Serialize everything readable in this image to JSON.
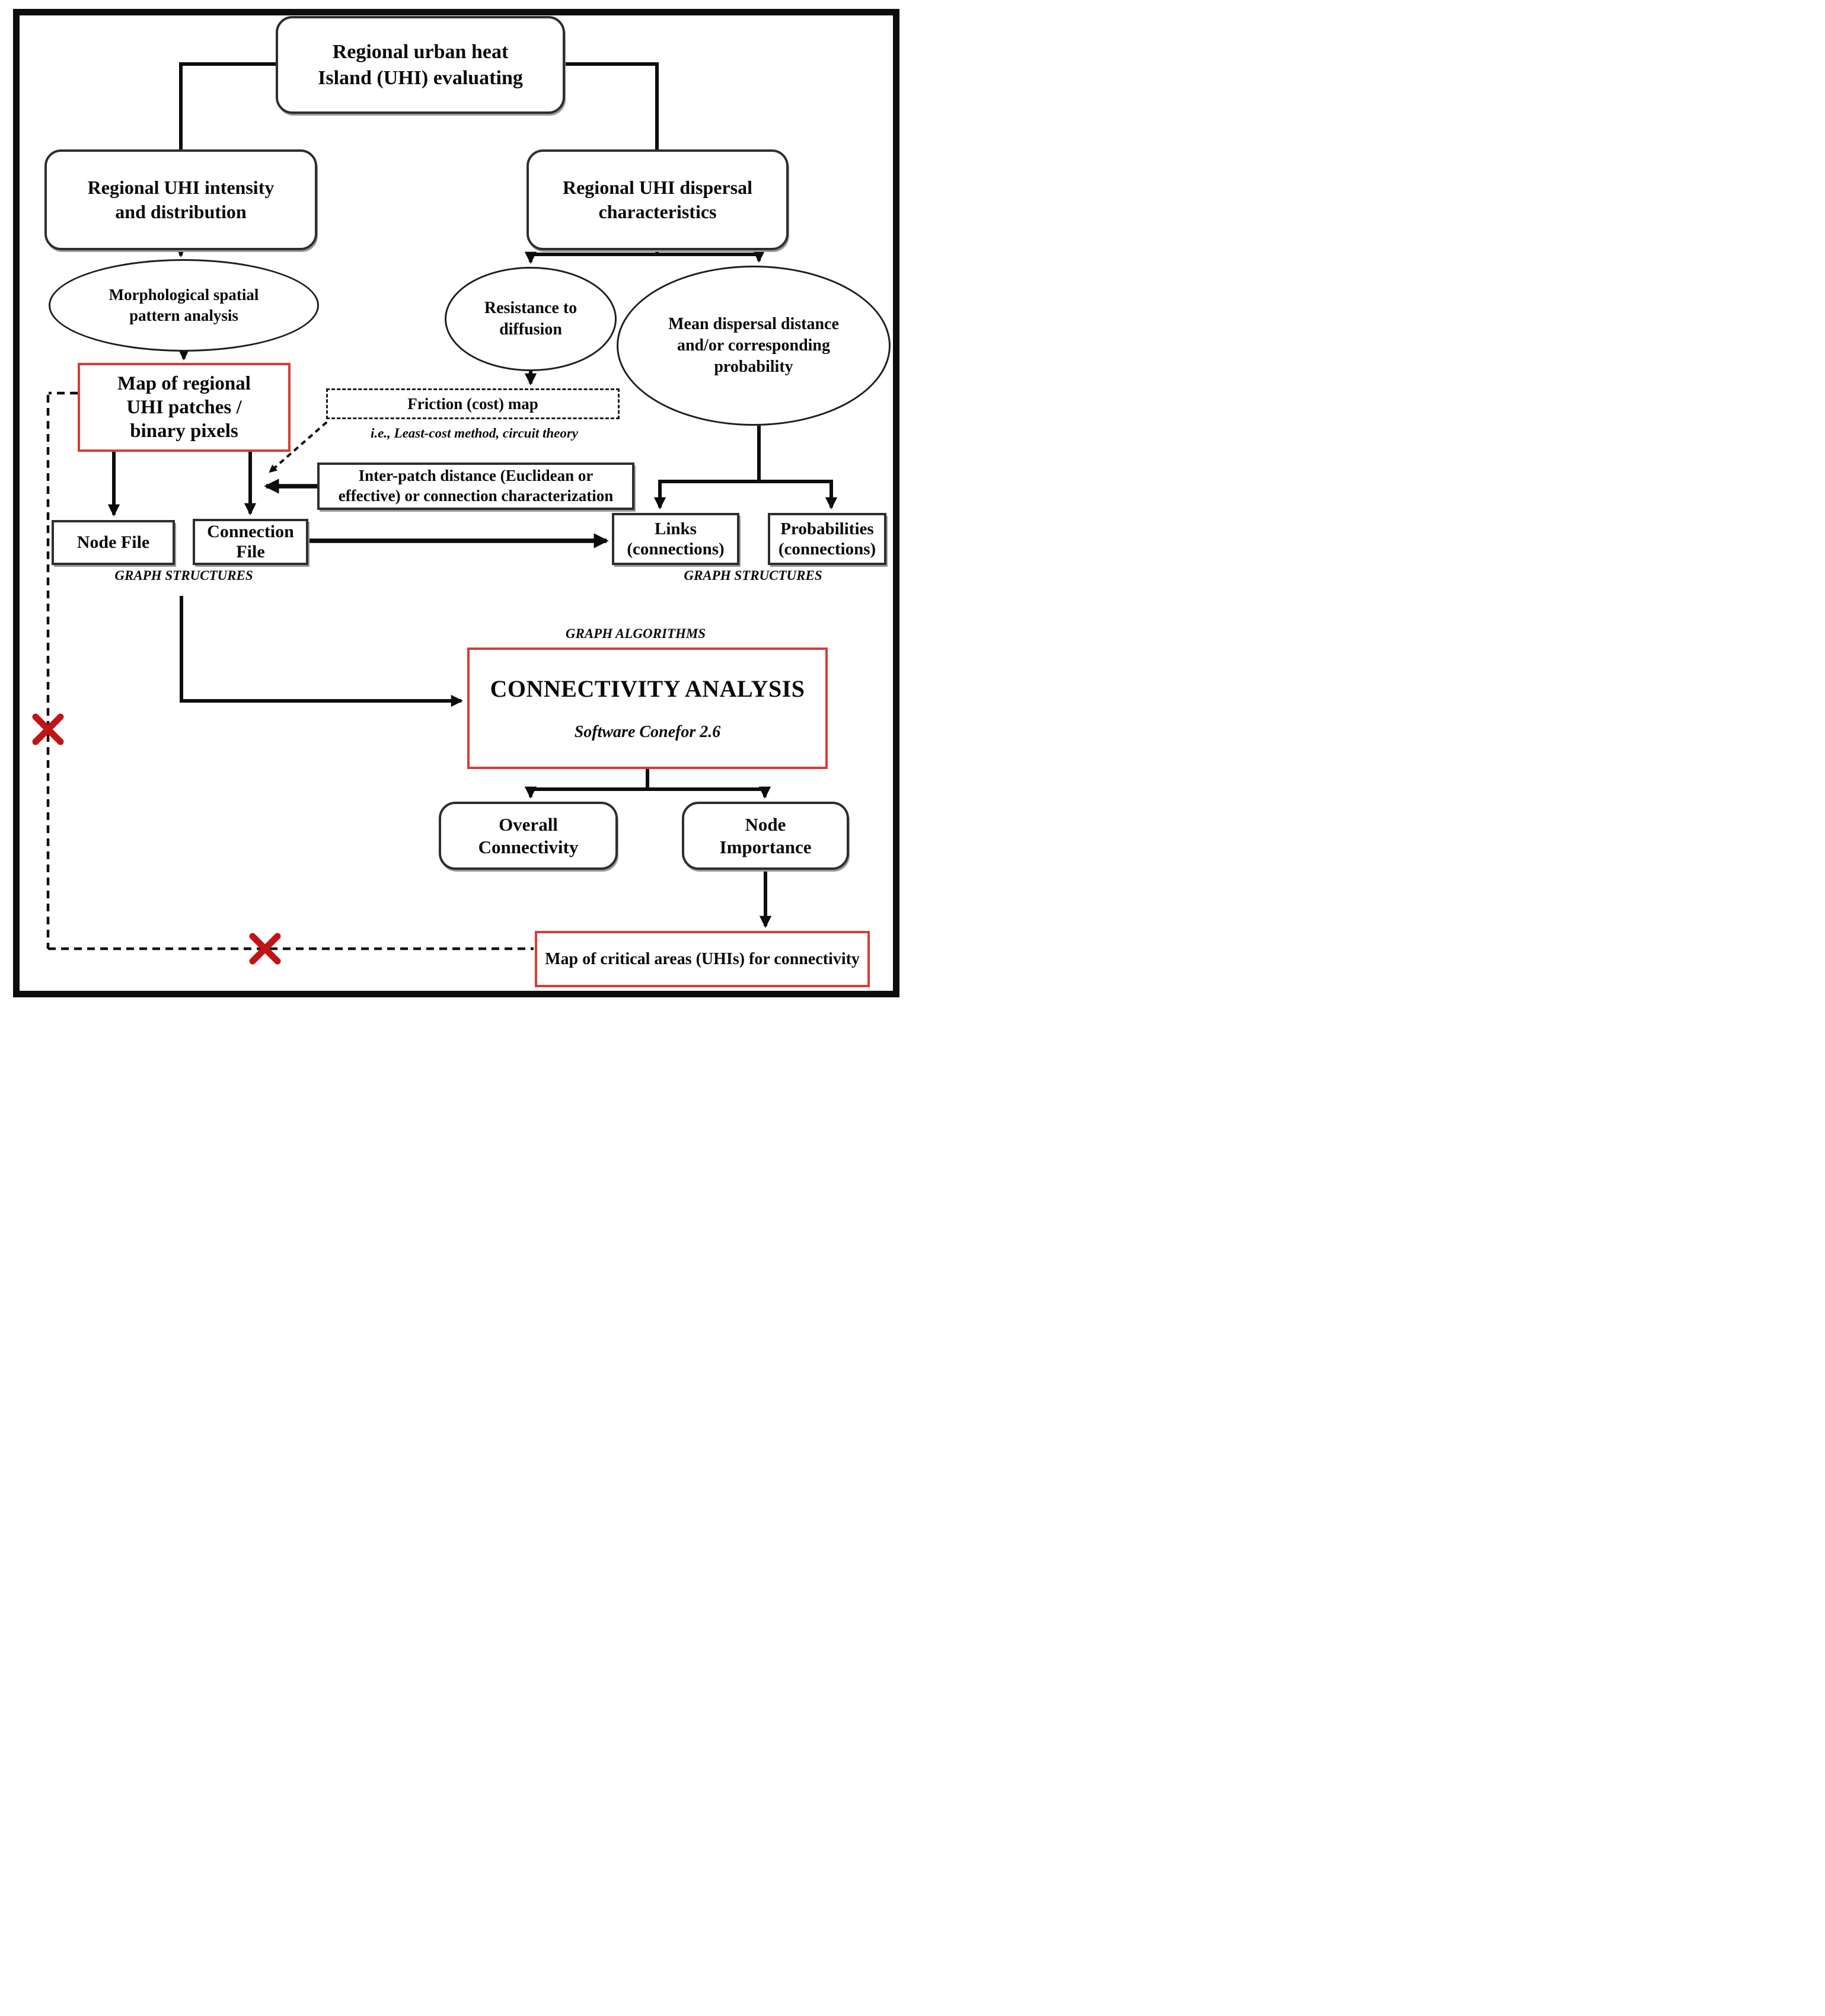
{
  "nodes": {
    "root": {
      "label": "Regional urban heat\nIsland (UHI) evaluating"
    },
    "intensity": {
      "label": "Regional UHI intensity\nand distribution"
    },
    "dispersal": {
      "label": "Regional UHI dispersal\ncharacteristics"
    },
    "morphological": {
      "label": "Morphological spatial\npattern analysis"
    },
    "resistance": {
      "label": "Resistance to\ndiffusion"
    },
    "mean_dispersal": {
      "label": "Mean dispersal distance\nand/or corresponding\nprobability"
    },
    "uhi_patches_map": {
      "label": "Map of regional\nUHI patches /\nbinary pixels"
    },
    "friction_map": {
      "label": "Friction (cost) map",
      "caption": "i.e., Least-cost method, circuit theory"
    },
    "inter_patch": {
      "label": "Inter-patch distance (Euclidean or\neffective) or connection characterization"
    },
    "node_file": {
      "label": "Node File"
    },
    "connection_file": {
      "label": "Connection\nFile"
    },
    "links": {
      "label": "Links\n(connections)"
    },
    "probabilities": {
      "label": "Probabilities\n(connections)"
    },
    "connectivity_analysis": {
      "title": "CONNECTIVITY ANALYSIS",
      "subtitle": "Software Conefor 2.6"
    },
    "overall_connectivity": {
      "label": "Overall\nConnectivity"
    },
    "node_importance": {
      "label": "Node\nImportance"
    },
    "critical_areas_map": {
      "label": "Map of critical areas (UHIs) for connectivity"
    }
  },
  "annotations": {
    "graph_structures_left": "GRAPH STRUCTURES",
    "graph_structures_right": "GRAPH STRUCTURES",
    "graph_algorithms": "GRAPH ALGORITHMS"
  },
  "icons": {
    "blocked_marker": "red-x"
  },
  "colors": {
    "highlight_box_border": "#d93c36",
    "blocked_x": "#c21414",
    "connector_line": "#0d0d0d"
  }
}
